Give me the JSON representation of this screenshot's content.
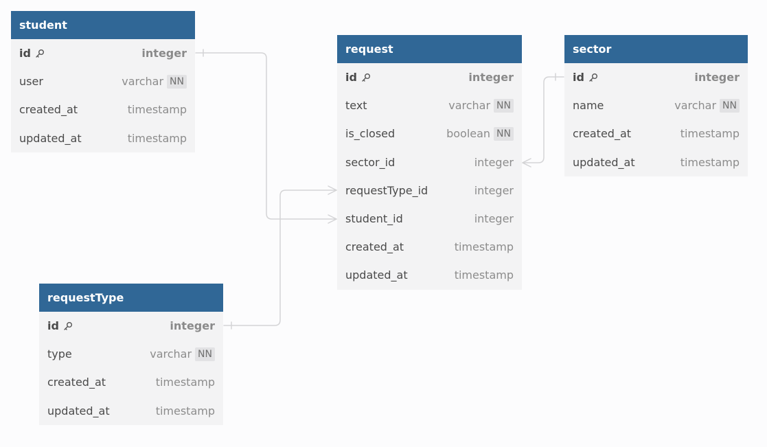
{
  "tables": [
    {
      "name": "student",
      "columns": [
        {
          "name": "id",
          "type": "integer",
          "pk": true,
          "nn": ""
        },
        {
          "name": "user",
          "type": "varchar",
          "pk": false,
          "nn": "NN"
        },
        {
          "name": "created_at",
          "type": "timestamp",
          "pk": false,
          "nn": ""
        },
        {
          "name": "updated_at",
          "type": "timestamp",
          "pk": false,
          "nn": ""
        }
      ]
    },
    {
      "name": "request",
      "columns": [
        {
          "name": "id",
          "type": "integer",
          "pk": true,
          "nn": ""
        },
        {
          "name": "text",
          "type": "varchar",
          "pk": false,
          "nn": "NN"
        },
        {
          "name": "is_closed",
          "type": "boolean",
          "pk": false,
          "nn": "NN"
        },
        {
          "name": "sector_id",
          "type": "integer",
          "pk": false,
          "nn": ""
        },
        {
          "name": "requestType_id",
          "type": "integer",
          "pk": false,
          "nn": ""
        },
        {
          "name": "student_id",
          "type": "integer",
          "pk": false,
          "nn": ""
        },
        {
          "name": "created_at",
          "type": "timestamp",
          "pk": false,
          "nn": ""
        },
        {
          "name": "updated_at",
          "type": "timestamp",
          "pk": false,
          "nn": ""
        }
      ]
    },
    {
      "name": "sector",
      "columns": [
        {
          "name": "id",
          "type": "integer",
          "pk": true,
          "nn": ""
        },
        {
          "name": "name",
          "type": "varchar",
          "pk": false,
          "nn": "NN"
        },
        {
          "name": "created_at",
          "type": "timestamp",
          "pk": false,
          "nn": ""
        },
        {
          "name": "updated_at",
          "type": "timestamp",
          "pk": false,
          "nn": ""
        }
      ]
    },
    {
      "name": "requestType",
      "columns": [
        {
          "name": "id",
          "type": "integer",
          "pk": true,
          "nn": ""
        },
        {
          "name": "type",
          "type": "varchar",
          "pk": false,
          "nn": "NN"
        },
        {
          "name": "created_at",
          "type": "timestamp",
          "pk": false,
          "nn": ""
        },
        {
          "name": "updated_at",
          "type": "timestamp",
          "pk": false,
          "nn": ""
        }
      ]
    }
  ],
  "relations": [
    {
      "from": "student.id",
      "to": "request.student_id",
      "cardinality": "one-to-many"
    },
    {
      "from": "sector.id",
      "to": "request.sector_id",
      "cardinality": "one-to-many"
    },
    {
      "from": "requestType.id",
      "to": "request.requestType_id",
      "cardinality": "one-to-many"
    }
  ],
  "colors": {
    "header": "#306796",
    "table_body": "#f3f3f4",
    "connector": "#d4d4d6",
    "badge": "#e2e2e4"
  },
  "icons": {
    "primary_key": "key-icon"
  }
}
